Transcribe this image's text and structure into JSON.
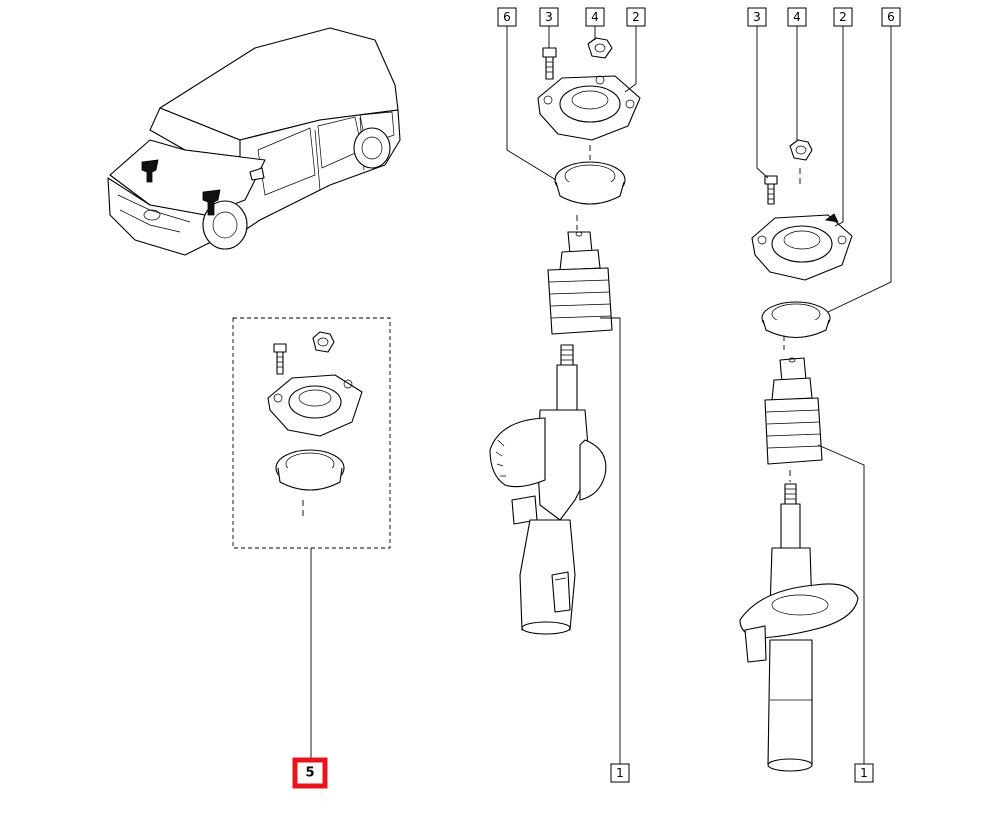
{
  "diagram": {
    "callouts": {
      "left_assembly": {
        "strut": "1",
        "mount": "2",
        "bolt": "3",
        "nut": "4",
        "bearing": "6"
      },
      "right_assembly": {
        "strut": "1",
        "mount": "2",
        "bolt": "3",
        "nut": "4",
        "bearing": "6"
      },
      "kit": "5"
    },
    "colors": {
      "line": "#000000",
      "highlight": "#e8141c",
      "background": "#ffffff"
    },
    "highlighted_callout": "5"
  }
}
